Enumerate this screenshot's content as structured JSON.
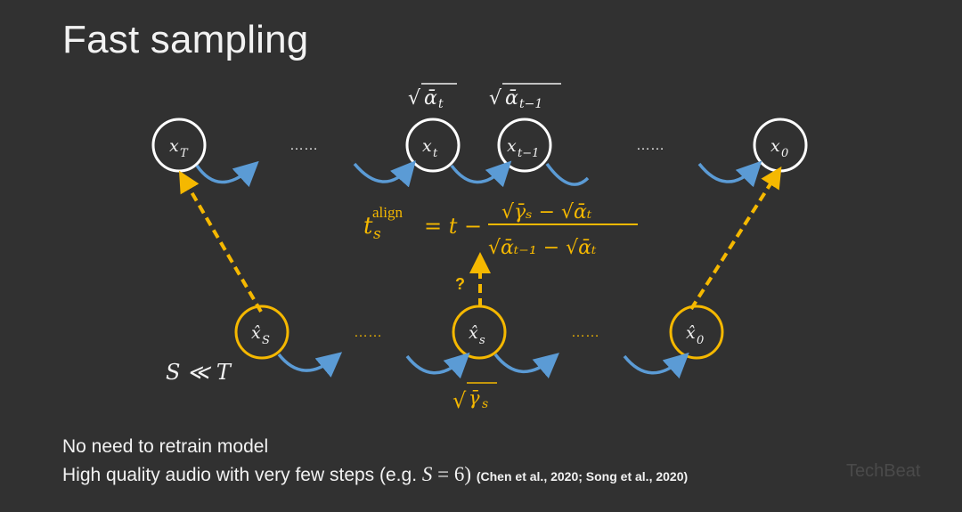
{
  "slide": {
    "title": "Fast sampling",
    "background_color": "#313131"
  },
  "colors": {
    "node_top": "#ffffff",
    "node_bottom": "#f5b800",
    "arrow_blue": "#5b9bd5",
    "formula": "#f5b800"
  },
  "top_row": {
    "nodes": [
      {
        "id": "x_T",
        "label_base": "x",
        "label_sub": "T"
      },
      {
        "id": "x_t",
        "label_base": "x",
        "label_sub": "t"
      },
      {
        "id": "x_t-1",
        "label_base": "x",
        "label_sub": "t−1"
      },
      {
        "id": "x_0",
        "label_base": "x",
        "label_sub": "0"
      }
    ],
    "ellipses": [
      "……",
      "……"
    ],
    "coefficients": [
      {
        "text": "√ᾱ",
        "sub": "t"
      },
      {
        "text": "√ᾱ",
        "sub": "t−1"
      }
    ]
  },
  "bottom_row": {
    "nodes": [
      {
        "id": "xhat_S",
        "label_base": "x̂",
        "label_sub": "S"
      },
      {
        "id": "xhat_s",
        "label_base": "x̂",
        "label_sub": "s"
      },
      {
        "id": "xhat_0",
        "label_base": "x̂",
        "label_sub": "0"
      }
    ],
    "ellipses": [
      "……",
      "……"
    ],
    "coefficient": {
      "text": "√γ̄",
      "sub": "s"
    },
    "question_mark": "?"
  },
  "formula": {
    "lhs_base": "t",
    "lhs_sub": "s",
    "lhs_sup": "align",
    "equals_t_minus": "= t −",
    "numerator": "√γ̄ₛ − √ᾱₜ",
    "denominator": "√ᾱₜ₋₁ − √ᾱₜ"
  },
  "relation": "S ≪ T",
  "bullets": [
    {
      "text": "No need to retrain model"
    },
    {
      "text": "High quality audio with very few steps (e.g. ",
      "math_var": "S",
      "math_rest": " = 6)",
      "citation": "(Chen et al., 2020; Song et al., 2020)"
    }
  ],
  "watermark": "TechBeat"
}
